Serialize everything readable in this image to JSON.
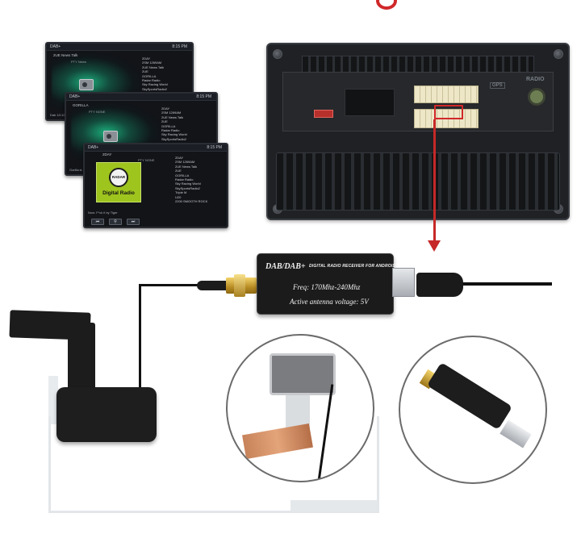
{
  "screens": [
    {
      "station": "DAB+",
      "clock": "8:15 PM",
      "sub": "2UE News Talk",
      "pty": "PTY News",
      "list": [
        "2DAY",
        "2SM 1269AM",
        "2UE News Talk",
        "2UE",
        "GORILLA",
        "Radar Radio",
        "Sky Racing World",
        "SkySportsRadio2"
      ],
      "footer": "Dab 10:12:32"
    },
    {
      "station": "DAB+",
      "clock": "8:15 PM",
      "sub": "GORILLA",
      "pty": "PTY NONE",
      "list": [
        "2DAY",
        "2SM 1269AM",
        "2UE News Talk",
        "2UE",
        "GORILLA",
        "Radar Radio",
        "Sky Racing World",
        "SkySportsRadio2"
      ],
      "footer": "Gorilla is Sizzin"
    },
    {
      "station": "DAB+",
      "clock": "8:15 PM",
      "sub": "2DAY",
      "pty": "PTY NONE",
      "list": [
        "2DAY",
        "2SM 1269AM",
        "2UE News Talk",
        "2UE",
        "GORILLA",
        "Radar Radio",
        "Sky Racing World",
        "SkySportsRadio2",
        "Triple M",
        "U20",
        "2200 SMOOTH ROCK"
      ],
      "logo_circle": "RADAR",
      "logo_text": "Digital Radio",
      "footer": "Now: F*ck it by Tiger"
    }
  ],
  "head_unit": {
    "gps_label": "GPS",
    "radio_label": "RADIO"
  },
  "module": {
    "title": "DAB/DAB+",
    "subtitle": "DIGITAL RADIO RECEIVER FOR ANDROID",
    "freq": "Freq: 170Mhz-240Mhz",
    "voltage": "Active antenna voltage: 5V"
  },
  "colors": {
    "arrow": "#c62828",
    "module_body": "#1b1b1b",
    "sma_gold": "#d4a83a",
    "screen_glow": "#1ec88c",
    "logo_green": "#9ec41e"
  },
  "icons": [
    "radio-icon",
    "prev-icon",
    "search-icon",
    "next-icon",
    "red-arrow-icon"
  ]
}
